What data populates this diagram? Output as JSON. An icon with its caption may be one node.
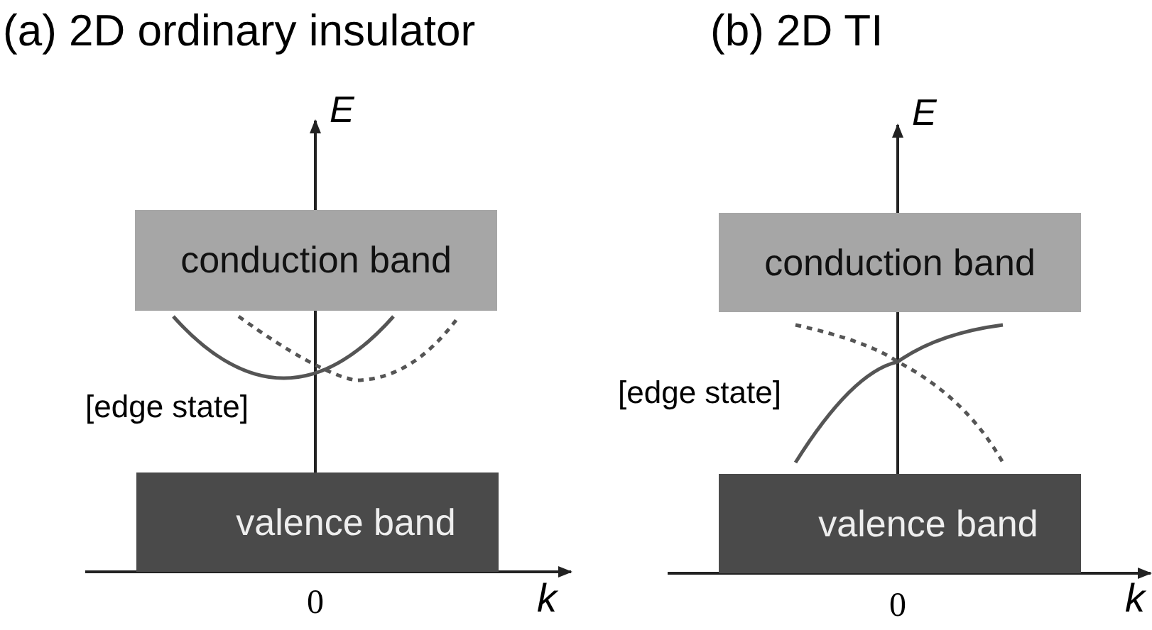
{
  "diagram": {
    "nodes": [
      {
        "text": [
          "conduction band"
        ]
      },
      {
        "text": [
          "valence band"
        ]
      },
      {
        "text": [
          "conduction band"
        ]
      },
      {
        "text": [
          "valence band"
        ]
      }
    ],
    "labels": [
      "(a) 2D ordinary insulator",
      "(b) 2D TI",
      "E",
      "E",
      "[edge state]",
      "[edge state]",
      "0",
      "k",
      "0",
      "k"
    ]
  }
}
